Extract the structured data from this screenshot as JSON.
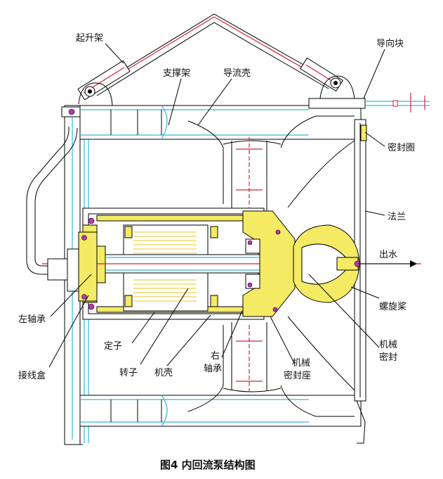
{
  "labels": {
    "lifting_frame": "起升架",
    "guide_block": "导向块",
    "support_frame": "支撑架",
    "guide_shell": "导流壳",
    "seal_ring": "密封圈",
    "flange": "法兰",
    "water_outlet": "出水",
    "propeller": "螺旋桨",
    "mech_seal_1": "机械",
    "mech_seal_2": "密封",
    "mech_seal_seat_1": "机械",
    "mech_seal_seat_2": "密封座",
    "right_bearing_1": "右",
    "right_bearing_2": "轴承",
    "left_bearing": "左轴承",
    "stator": "定子",
    "rotor": "转子",
    "housing": "机壳",
    "junction_box": "接线盒"
  },
  "caption": "图4   内回流泵结构图",
  "colors": {
    "line": "#000000",
    "cyan": "#36b8d8",
    "red": "#d0243c",
    "yellow": "#f4ea64",
    "magenta": "#c033b8"
  }
}
